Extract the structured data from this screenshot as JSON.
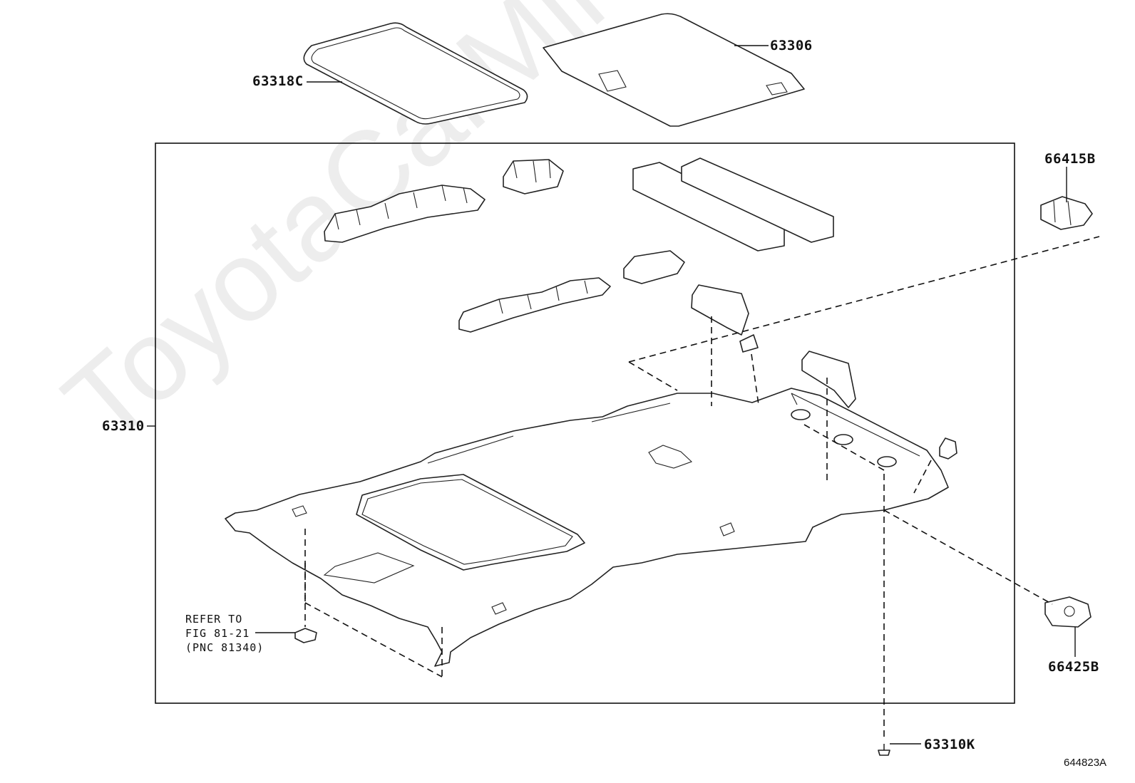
{
  "watermark": "ToyotaCarMine.ru",
  "figure_id": "644823A",
  "labels": {
    "sunroof_seal": "63318C",
    "shade_panel": "63306",
    "headliner": "63310",
    "clip_upper": "66415B",
    "clip_lower": "66425B",
    "screw": "63310K"
  },
  "reference": {
    "line1": "REFER TO",
    "line2": "FIG 81-21",
    "line3": "(PNC 81340)"
  }
}
